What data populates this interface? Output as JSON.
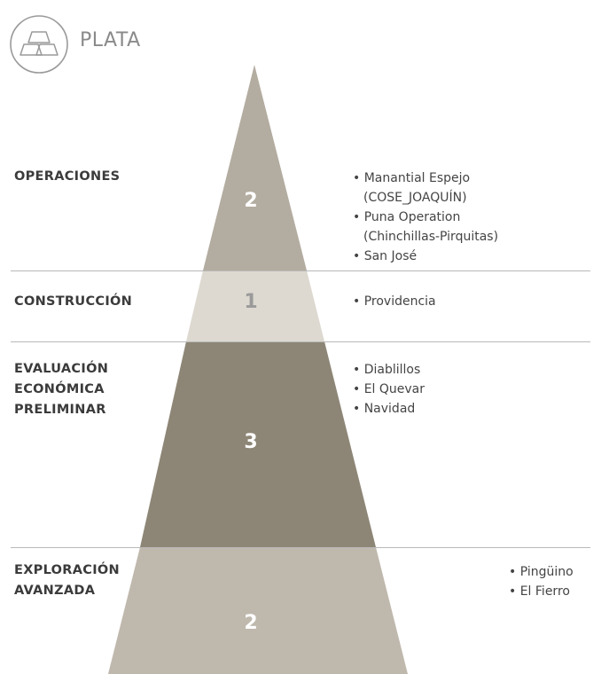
{
  "header": {
    "title": "PLATA",
    "icon": "silver-ingots-icon"
  },
  "colors": {
    "dark": "#8d8676",
    "mid": "#b3aca0",
    "light": "#ddd9d1",
    "divider": "#b9b9b9"
  },
  "stages": [
    {
      "label_lines": [
        "OPERACIONES"
      ],
      "count": "2",
      "projects": [
        "• Manantial Espejo",
        "(COSE_JOAQUÍN)",
        "• Puna Operation",
        "(Chinchillas-Pirquitas)",
        "• San José"
      ]
    },
    {
      "label_lines": [
        "CONSTRUCCIÓN"
      ],
      "count": "1",
      "projects": [
        "• Providencia"
      ]
    },
    {
      "label_lines": [
        "EVALUACIÓN",
        "ECONÓMICA",
        "PRELIMINAR"
      ],
      "count": "3",
      "projects": [
        "• Diablillos",
        "• El Quevar",
        "• Navidad"
      ]
    },
    {
      "label_lines": [
        "EXPLORACIÓN",
        "AVANZADA"
      ],
      "count": "2",
      "projects": [
        "• Pingüino",
        "• El Fierro"
      ]
    }
  ]
}
